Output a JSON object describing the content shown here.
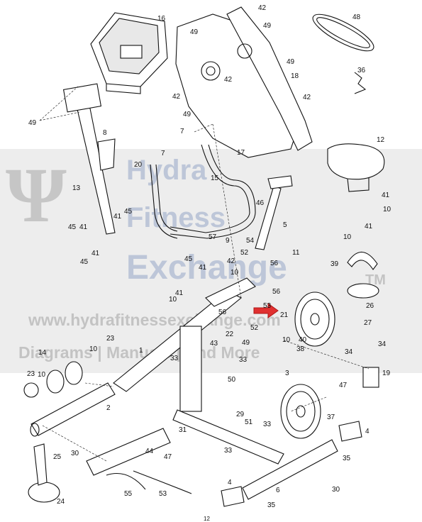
{
  "watermark": {
    "brand_line1": "Hydra",
    "brand_line2": "Fitness",
    "brand_line3": "Exchange",
    "trademark": "TM",
    "url": "www.hydrafitnessexchange.com",
    "tagline": "Diagrams | Manuals | And More"
  },
  "callouts": [
    "1",
    "2",
    "3",
    "4",
    "5",
    "6",
    "7",
    "8",
    "9",
    "10",
    "11",
    "12",
    "13",
    "14",
    "15",
    "16",
    "17",
    "18",
    "19",
    "20",
    "21",
    "22",
    "23",
    "24",
    "25",
    "26",
    "27",
    "29",
    "30",
    "31",
    "33",
    "34",
    "35",
    "36",
    "37",
    "38",
    "39",
    "40",
    "41",
    "42",
    "43",
    "44",
    "45",
    "46",
    "47",
    "48",
    "49",
    "50",
    "51",
    "52",
    "53",
    "54",
    "55",
    "56",
    "57"
  ],
  "page_number": "12",
  "colors": {
    "line": "#111111",
    "highlight_arrow": "#e03030",
    "watermark": "#bdbdbd"
  }
}
